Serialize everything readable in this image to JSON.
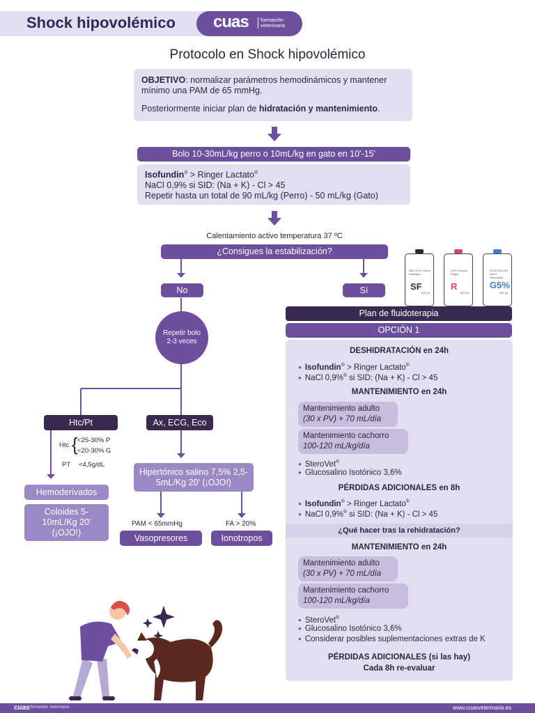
{
  "header": {
    "title": "Shock hipovolémico",
    "brand": "cuas",
    "brand_sub": "formación veterinaria"
  },
  "main_title": "Protocolo en Shock hipovolémico",
  "objective": {
    "label": "OBJETIVO",
    "text": ": normalizar parámetros hemodinámicos y mantener mínimo una PAM de 65 mmHg.",
    "line2_pre": "Posteriormente iniciar plan de ",
    "line2_bold": "hidratación y mantenimiento",
    "line2_post": "."
  },
  "bolo": {
    "title": "Bolo 10-30mL/kg perro o 10mL/kg en gato en 10'-15'",
    "l1_bold": "Isofundin",
    "l1_sup": "®",
    "l1_rest": " > Ringer Lactato",
    "l1_sup2": "®",
    "l2": "NaCl 0,9% si SID: (Na + K) - Cl > 45",
    "l3": "Repetir hasta un total de 90 mL/kg (Perro) - 50 mL/kg (Gato)"
  },
  "warming": "Calentamiento activo temperatura 37 ºC",
  "question": "¿Consigues la estabilización?",
  "no_label": "No",
  "si_label": "Sí",
  "repeat_circle": "Repetir bolo 2-3 veces",
  "htc": {
    "label": "Htc/Pt",
    "htc": "Htc",
    "v1": "<25-30% P",
    "v2": "<20-30% G",
    "pt": "PT",
    "pt_v": "<4,5g/dL"
  },
  "hemoderivados": "Hemoderivados",
  "coloides": "Coloides 5-10mL/Kg 20' (¡OJO!)",
  "ax": "Ax, ECG, Eco",
  "hipertonico": "Hipertónico salino 7,5% 2,5-5mL/Kg 20' (¡OJO!)",
  "pam": "PAM < 65mmHg",
  "fa": "FA > 20%",
  "vasopresores": "Vasopresores",
  "ionotropos": "Ionotropos",
  "bottles": [
    {
      "label": "SF",
      "sub": "NaCl 0,9% Suero fisiológico",
      "vol": "500 ml",
      "cap": "#2a2a2a",
      "letter": "#3a2a52"
    },
    {
      "label": "R",
      "sub": "LRS Solución Ringer",
      "vol": "500 ml",
      "cap": "#e0407a",
      "letter": "#e0407a"
    },
    {
      "label": "G5%",
      "sub": "GLUCOSA 5% Suero Glucosado",
      "vol": "500 ml",
      "cap": "#3a7fd0",
      "letter": "#3a7fd0"
    }
  ],
  "plan": {
    "title": "Plan de fluidoterapia",
    "option": "OPCIÓN 1",
    "desh_title": "DESHIDRATACIÓN en 24h",
    "iso": "Isofundin",
    "iso_rest": " > Ringer Lactato",
    "nacl": "NaCl 0,9%",
    "nacl_rest": " si SID: (Na + K) - Cl > 45",
    "mant_title": "MANTENIMIENTO en 24h",
    "adulto_t": "Mantenimiento adulto",
    "adulto_v": "(30 x PV) + 70 mL/día",
    "cachorro_t": "Mantenimiento cachorro",
    "cachorro_v": "100-120 mL/kg/día",
    "sterovet": "SteroVet",
    "gluco": "Glucosalino Isotónico 3,6%",
    "perdidas_title": "PÉRDIDAS ADICIONALES en 8h",
    "nacl2_rest": "  si SID: (Na + K) - Cl > 45",
    "que_hacer": "¿Qué hacer tras la rehidratación?",
    "mant2_title": "MANTENIMIENTO en 24h",
    "considerar": "Considerar posibles suplementaciones extras de K",
    "perdidas2": "PÉRDIDAS ADICIONALES (si las hay)",
    "cada": "Cada 8h re-evaluar",
    "reg": "®"
  },
  "footer": {
    "brand": "cuas",
    "sub": "formación veterinaria",
    "url": "www.cuasveterinaria.es"
  }
}
